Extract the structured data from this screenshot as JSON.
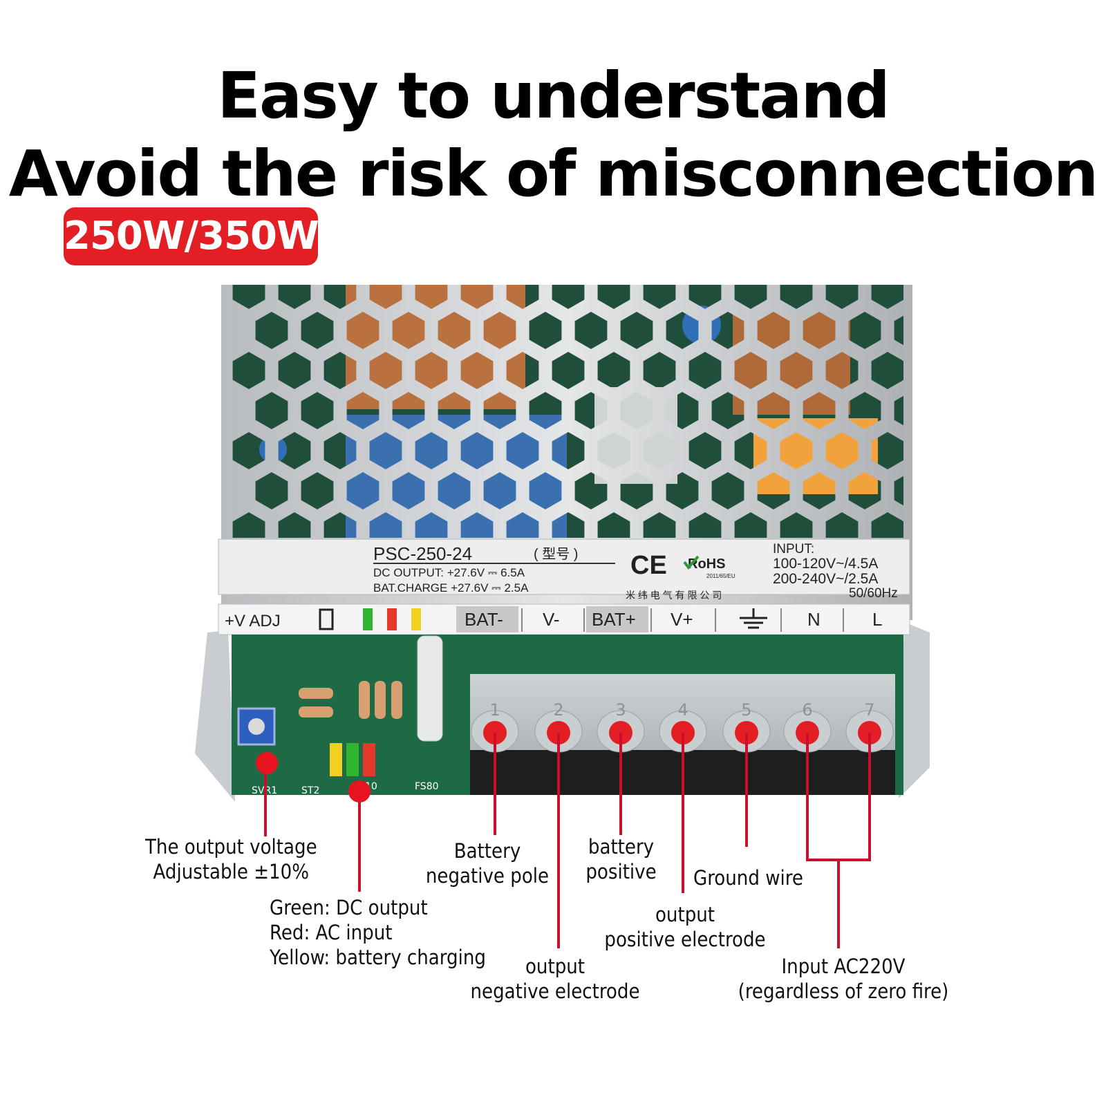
{
  "headline": {
    "line1": "Easy to understand",
    "line2": "Avoid the risk of misconnection"
  },
  "badge": "250W/350W",
  "label_plate": {
    "model": "PSC-250-24",
    "model_suffix": "( 型号 )",
    "ce": "CE",
    "rohs": "RoHS",
    "rohs_sub": "2011/65/EU",
    "dc_output": "DC OUTPUT:   +27.6V   ⎓ 6.5A",
    "bat_charge": "BAT.CHARGE  +27.6V   ⎓  2.5A",
    "maker": "米 纬 电 气 有 限 公 司",
    "input_title": "INPUT:",
    "input_line1": "100-120V~/4.5A",
    "input_line2": "200-240V~/2.5A",
    "input_line3": "50/60Hz"
  },
  "terminal_strip": {
    "adj": "+V ADJ",
    "terminals": [
      "BAT-",
      "V-",
      "BAT+",
      "V+",
      "N",
      "L"
    ],
    "numbers": [
      "1",
      "2",
      "3",
      "4",
      "5",
      "6",
      "7"
    ]
  },
  "pcb_marks": {
    "svr": "SVR1",
    "st": "ST2",
    "led": "10",
    "fuse": "FS80"
  },
  "colors": {
    "accent": "#e31e24",
    "led_green": "#2fb52f",
    "led_red": "#e53a2a",
    "led_yellow": "#f2d01e"
  },
  "callouts": {
    "output_voltage": [
      "The output voltage",
      "Adjustable ±10%"
    ],
    "led_legend": [
      "Green: DC output",
      "Red: AC input",
      "Yellow: battery charging"
    ],
    "battery_negative": [
      "Battery",
      "negative pole"
    ],
    "output_negative": [
      "output",
      "negative electrode"
    ],
    "battery_positive": [
      "battery",
      "positive"
    ],
    "output_positive": [
      "output",
      "positive electrode"
    ],
    "ground": [
      "Ground wire"
    ],
    "input_ac": [
      "Input AC220V",
      "(regardless of zero fire)"
    ]
  }
}
